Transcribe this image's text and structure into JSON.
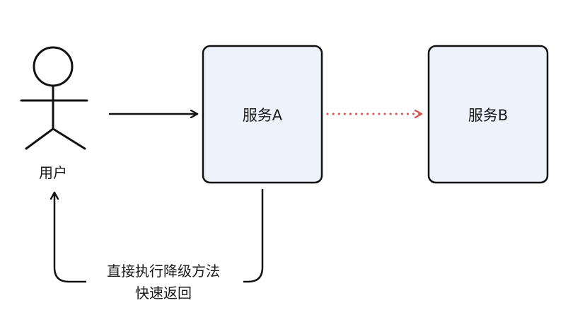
{
  "actor": {
    "label": "用户"
  },
  "services": [
    {
      "label": "服务A"
    },
    {
      "label": "服务B"
    }
  ],
  "fallback_note": {
    "line1": "直接执行降级方法",
    "line2": "快速返回"
  },
  "colors": {
    "stroke": "#111111",
    "box_fill": "#eef3fb",
    "failed_call": "#d9534f",
    "text": "#1a1a1a"
  }
}
